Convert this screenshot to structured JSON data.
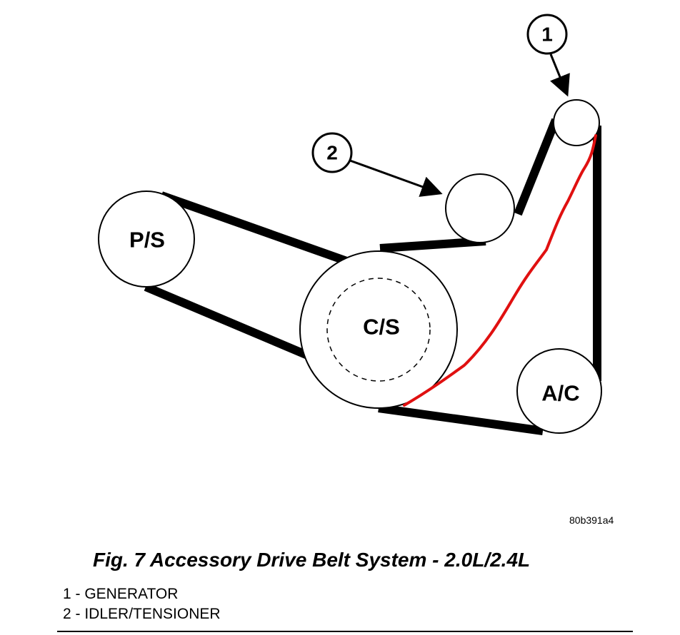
{
  "diagram": {
    "pulleys": {
      "ps": "P/S",
      "cs": "C/S",
      "ac": "A/C"
    },
    "callouts": [
      "1",
      "2"
    ],
    "figure_id": "80b391a4",
    "caption": "Fig. 7 Accessory Drive Belt System - 2.0L/2.4L",
    "legend": [
      "1 - GENERATOR",
      "2 - IDLER/TENSIONER"
    ],
    "colors": {
      "belt": "#000000",
      "annotation": "#e01010"
    }
  }
}
